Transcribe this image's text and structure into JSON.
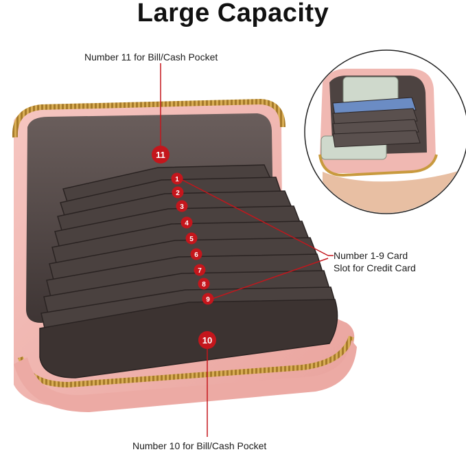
{
  "title": "Large Capacity",
  "labels": {
    "top": "Number 11 for Bill/Cash Pocket",
    "right_line1": "Number 1-9 Card",
    "right_line2": "Slot for Credit Card",
    "bottom": "Number 10 for Bill/Cash Pocket"
  },
  "badges": {
    "b1": "1",
    "b2": "2",
    "b3": "3",
    "b4": "4",
    "b5": "5",
    "b6": "6",
    "b7": "7",
    "b8": "8",
    "b9": "9",
    "b10": "10",
    "b11": "11"
  },
  "colors": {
    "wallet_pink": "#f3b9b4",
    "lining": "#5a4f4d",
    "zipper": "#c89a3e",
    "marker_red": "#c4161c"
  }
}
